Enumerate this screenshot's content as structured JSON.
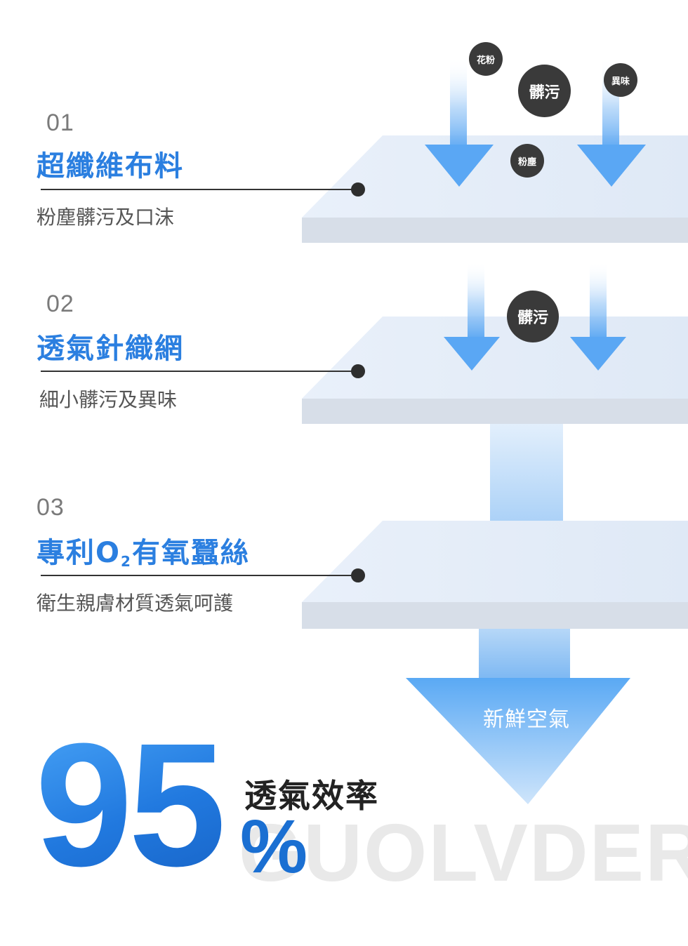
{
  "layers": [
    {
      "number": "01",
      "title": "超纖維布料",
      "description": "粉塵髒污及口沫"
    },
    {
      "number": "02",
      "title": "透氣針織網",
      "description": "細小髒污及異味"
    },
    {
      "number": "03",
      "title_before": "專利O",
      "title_subscript": "2",
      "title_after": "有氧蠶絲",
      "description": "衛生親膚材質透氣呵護"
    }
  ],
  "particles": {
    "pollen": "花粉",
    "dirt_large": "髒污",
    "odor": "異味",
    "dust": "粉塵",
    "dirt_layer2": "髒污"
  },
  "fresh_air": "新鮮空氣",
  "efficiency": {
    "value": "95",
    "unit": "%",
    "label": "透氣效率"
  },
  "watermark": "GUOLVDER",
  "colors": {
    "title_blue": "#2b7fe0",
    "arrow_blue": "#5aa7f4",
    "layer_top": "#e3ecf8",
    "layer_side": "#d7dee8",
    "particle_dark": "#3a3a3a"
  }
}
